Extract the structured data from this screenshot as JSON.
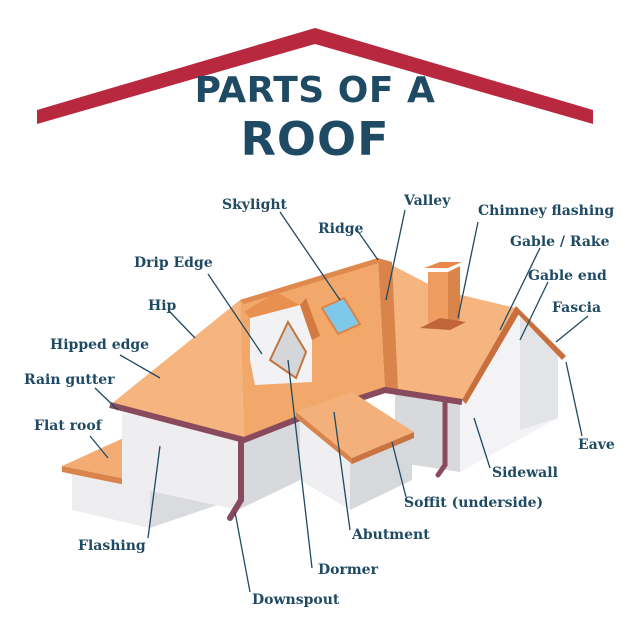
{
  "title": {
    "line1": "PARTS OF A",
    "line2": "ROOF"
  },
  "labels": {
    "skylight": "Skylight",
    "valley": "Valley",
    "chimney_flashing": "Chimney flashing",
    "ridge": "Ridge",
    "gable_rake": "Gable / Rake",
    "drip_edge": "Drip Edge",
    "gable_end": "Gable end",
    "hip": "Hip",
    "fascia": "Fascia",
    "hipped_edge": "Hipped edge",
    "rain_gutter": "Rain gutter",
    "flat_roof": "Flat roof",
    "eave": "Eave",
    "sidewall": "Sidewall",
    "soffit": "Soffit (underside)",
    "abutment": "Abutment",
    "flashing": "Flashing",
    "dormer": "Dormer",
    "downspout": "Downspout"
  },
  "colors": {
    "title": "#1f4a63",
    "roof_apex": "#b8283f",
    "roof_light": "#f6b57e",
    "roof_dark": "#ec9558",
    "wall_light": "#f2f2f4",
    "wall_dark": "#d5d7db",
    "gutter": "#8a4a5e",
    "skylight": "#7ec9ea"
  }
}
